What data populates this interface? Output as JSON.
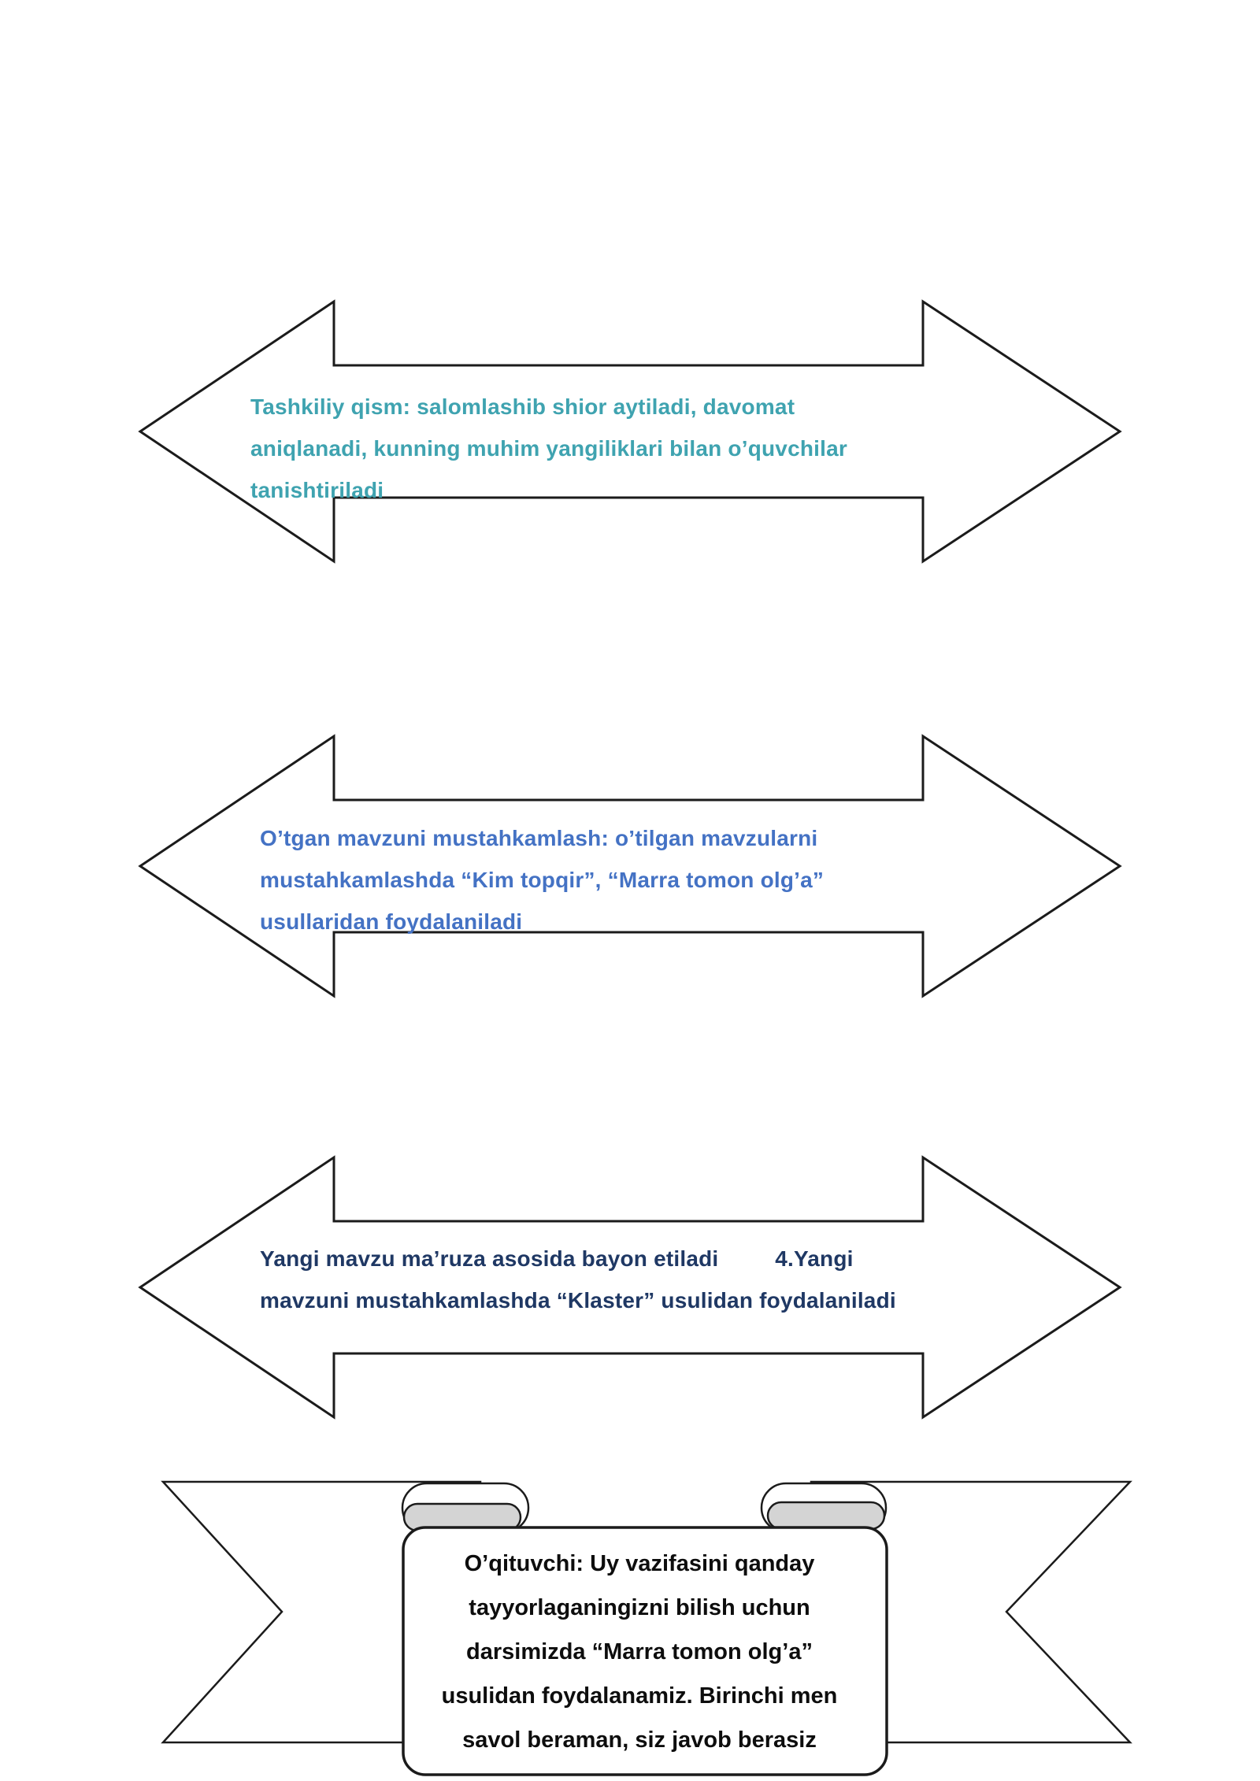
{
  "arrows": [
    {
      "shape": "left-right-arrow",
      "text_color": "#3FA3B0",
      "lines": [
        "Tashkiliy qism: salomlashib shior aytiladi, davomat",
        "aniqlanadi, kunning muhim yangiliklari bilan o’quvchilar",
        "tanishtiriladi"
      ]
    },
    {
      "shape": "left-right-arrow",
      "text_color": "#4472C4",
      "lines": [
        "O’tgan mavzuni mustahkamlash: o’tilgan mavzularni",
        "mustahkamlashda “Kim topqir”, “Marra tomon olg’a”",
        "usullaridan foydalaniladi"
      ]
    },
    {
      "shape": "left-right-arrow",
      "text_color": "#1F3864",
      "lines": [
        "Yangi mavzu ma’ruza asosida bayon etiladi         4.Yangi",
        "mavzuni mustahkamlashda “Klaster” usulidan foydalaniladi"
      ]
    }
  ],
  "banner": {
    "shape": "ribbon-with-scroll",
    "text_color": "#0d0d0d",
    "curl_fill": "#d4d4d4",
    "lines": [
      "O’qituvchi: Uy vazifasini qanday",
      "tayyorlaganingizni bilish uchun",
      "darsimizda “Marra tomon olg’a”",
      "usulidan foydalanamiz. Birinchi men",
      "savol beraman, siz javob berasiz"
    ]
  }
}
